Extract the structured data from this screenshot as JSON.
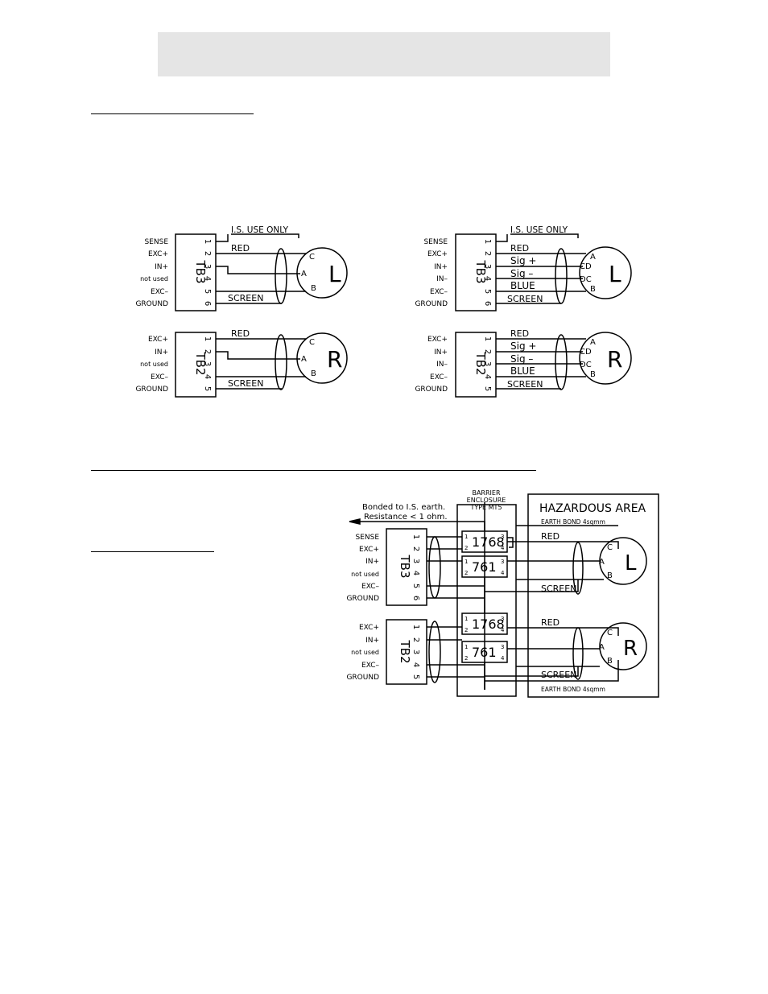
{
  "colors": {
    "ink": "#000000",
    "header_band": "#e5e5e5"
  },
  "diagram_std_tb3": {
    "note": "I.S. USE ONLY",
    "tb": "TB3",
    "labels": [
      "SENSE",
      "EXC+",
      "IN+",
      "not used",
      "EXC–",
      "GROUND"
    ],
    "pins": [
      "1",
      "2",
      "3",
      "4",
      "5",
      "6"
    ],
    "wires": {
      "red": "RED",
      "screen": "SCREEN"
    },
    "pins_conn": {
      "c": "C",
      "a": "A",
      "b": "B"
    },
    "conn": "L"
  },
  "diagram_std_tb2": {
    "tb": "TB2",
    "labels": [
      "EXC+",
      "IN+",
      "not used",
      "EXC–",
      "GROUND"
    ],
    "pins": [
      "1",
      "2",
      "3",
      "4",
      "5"
    ],
    "wires": {
      "red": "RED",
      "screen": "SCREEN"
    },
    "pins_conn": {
      "c": "C",
      "a": "A",
      "b": "B"
    },
    "conn": "R"
  },
  "diagram_alt_tb3": {
    "note": "I.S. USE ONLY",
    "tb": "TB3",
    "labels": [
      "SENSE",
      "EXC+",
      "IN+",
      "IN–",
      "EXC–",
      "GROUND"
    ],
    "pins": [
      "1",
      "2",
      "3",
      "4",
      "5",
      "6"
    ],
    "wires": {
      "red": "RED",
      "sig_plus": "Sig +",
      "sig_minus": "Sig –",
      "blue": "BLUE",
      "screen": "SCREEN"
    },
    "pins_conn": {
      "a": "A",
      "cd": "CD",
      "dc": "DC",
      "b": "B"
    },
    "conn": "L"
  },
  "diagram_alt_tb2": {
    "tb": "TB2",
    "labels": [
      "EXC+",
      "IN+",
      "IN–",
      "EXC–",
      "GROUND"
    ],
    "pins": [
      "1",
      "2",
      "3",
      "4",
      "5"
    ],
    "wires": {
      "red": "RED",
      "sig_plus": "Sig +",
      "sig_minus": "Sig –",
      "blue": "BLUE",
      "screen": "SCREEN"
    },
    "pins_conn": {
      "a": "A",
      "cd": "CD",
      "dc": "DC",
      "b": "B"
    },
    "conn": "R"
  },
  "diagram_hazardous": {
    "bonded_1": "Bonded to I.S. earth.",
    "bonded_2": "Resistance < 1 ohm.",
    "barrier_1": "BARRIER",
    "barrier_2": "ENCLOSURE",
    "barrier_3": "TYPE MT5",
    "area_title": "HAZARDOUS AREA",
    "earth_bond": "EARTH BOND 4sqmm",
    "barrier_a": "1768",
    "barrier_b": "761",
    "tb3": "TB3",
    "tb2": "TB2",
    "tb3_labels": [
      "SENSE",
      "EXC+",
      "IN+",
      "not used",
      "EXC–",
      "GROUND"
    ],
    "tb2_labels": [
      "EXC+",
      "IN+",
      "not used",
      "EXC–",
      "GROUND"
    ],
    "pins6": [
      "1",
      "2",
      "3",
      "4",
      "5",
      "6"
    ],
    "pins5": [
      "1",
      "2",
      "3",
      "4",
      "5"
    ],
    "p1": "1",
    "p2": "2",
    "p3": "3",
    "p4": "4",
    "wire_red": "RED",
    "wire_screen": "SCREEN",
    "conn_l": "L",
    "conn_r": "R",
    "pin_c": "C",
    "pin_a": "A",
    "pin_b": "B"
  }
}
